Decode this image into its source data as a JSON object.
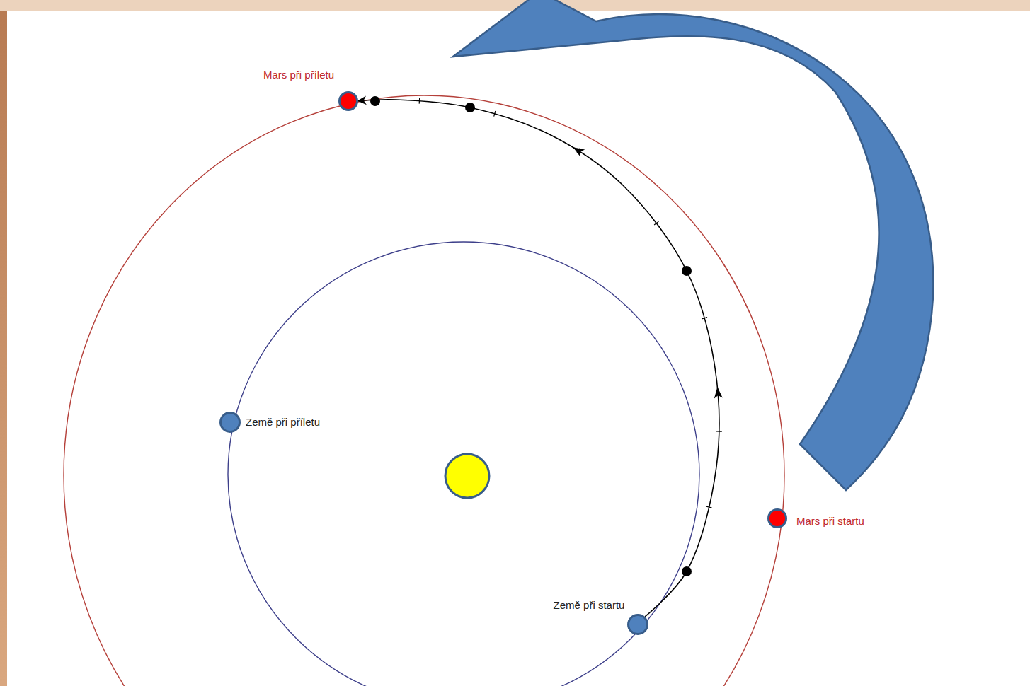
{
  "diagram": {
    "nodes": [
      {
        "text": [
          "Mars při příletu"
        ]
      },
      {
        "text": [
          "Země při příletu"
        ]
      },
      {
        "text": [
          "Mars při startu"
        ]
      },
      {
        "text": [
          "Země při startu"
        ]
      }
    ],
    "edges": [
      {
        "from": 3,
        "to": 0,
        "arrow": "to"
      }
    ]
  }
}
